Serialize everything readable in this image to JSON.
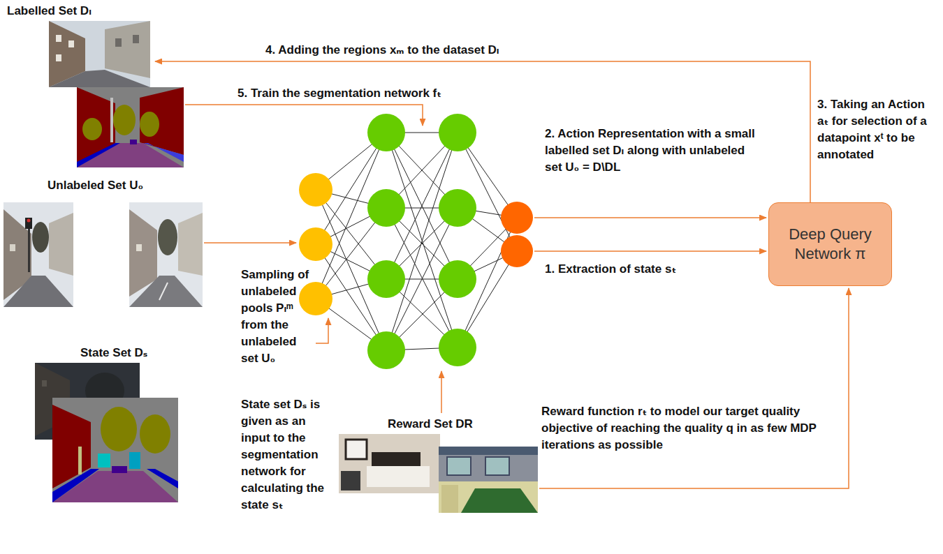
{
  "diagram": {
    "nodes": [
      {
        "text": [
          "Deep Query Network π"
        ]
      }
    ],
    "edges": [],
    "labels": [
      "Labelled Set Dₗ",
      "4. Adding the regions xₘ to the dataset Dₗ",
      "5. Train the segmentation network fₜ",
      "3. Taking an Action aₜ for selection of a datapoint xᵗ to be annotated",
      "Unlabeled Set U₀",
      "2. Action Representation with a small labelled set Dₗ along with unlabeled set U₀ = D\\DL",
      "1. Extraction of state sₜ",
      "Sampling of unlabeled pools Pₗᵐ from the unlabeled set U₀",
      "State Set Dₛ",
      "Reward Set DR",
      "Reward function rₜ to model our target quality objective of reaching the quality q in as few MDP iterations as possible",
      "State set Dₛ is given as an input to the segmentation network for calculating the state sₜ"
    ]
  }
}
